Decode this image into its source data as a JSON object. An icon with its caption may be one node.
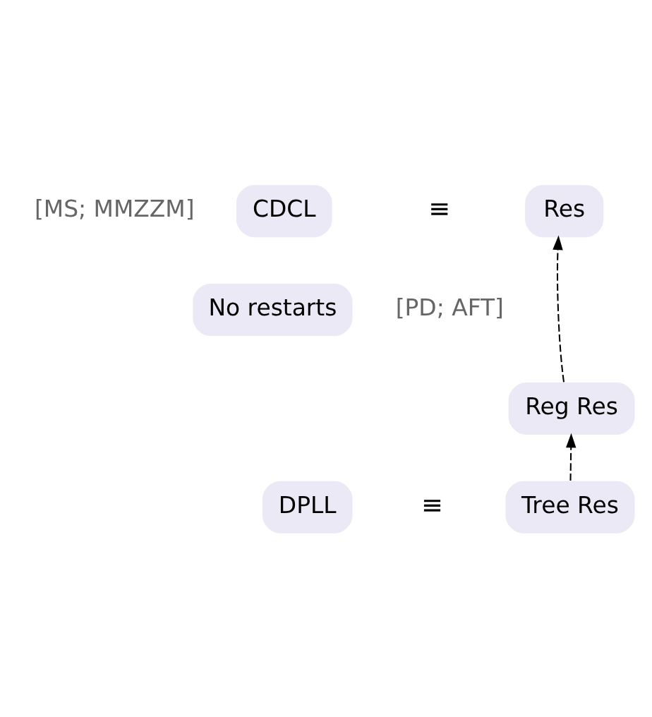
{
  "diagram": {
    "nodes": [
      {
        "text": [
          "CDCL"
        ],
        "beside": [
          "[MS; MMZZM]"
        ]
      },
      {
        "text": [
          "Res"
        ]
      },
      {
        "text": [
          "No restarts"
        ],
        "beside": [
          "[PD; AFT]"
        ]
      },
      {
        "text": [
          "Reg Res"
        ]
      },
      {
        "text": [
          "DPLL"
        ]
      },
      {
        "text": [
          "Tree Res"
        ]
      }
    ],
    "edges": [
      {
        "from": 5,
        "to": 3,
        "arrow": "to",
        "style": "dashed"
      },
      {
        "from": 3,
        "to": 1,
        "arrow": "to",
        "style": "dashed"
      }
    ],
    "labels": [
      "≡",
      "≡"
    ]
  }
}
